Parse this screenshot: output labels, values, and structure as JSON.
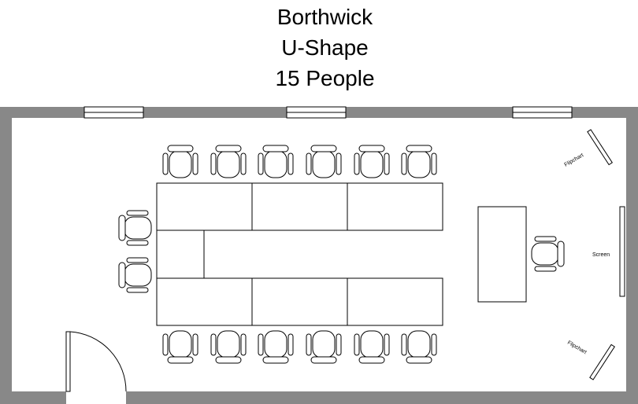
{
  "title": {
    "line1": "Borthwick",
    "line2": "U-Shape",
    "line3": "15 People"
  },
  "labels": {
    "flipchart_top": "Flipchart",
    "flipchart_bottom": "Flipchart",
    "screen": "Screen"
  },
  "colors": {
    "wall": "#888888",
    "line": "#000000",
    "background": "#ffffff"
  }
}
